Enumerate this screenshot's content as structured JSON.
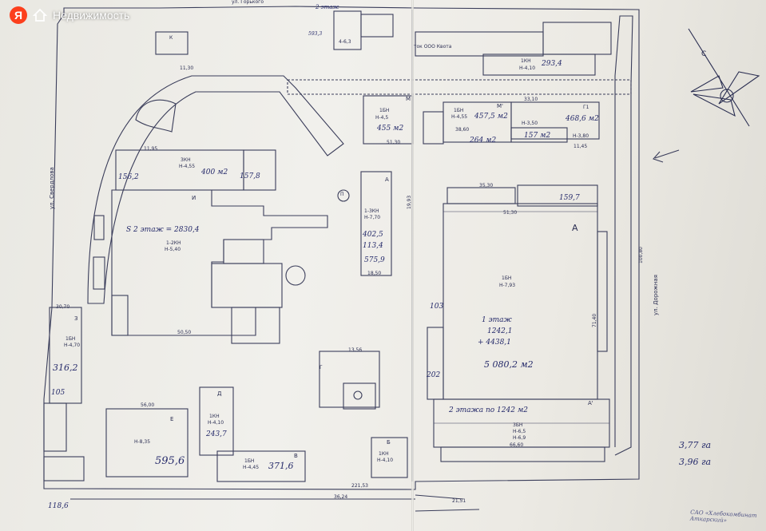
{
  "watermark": {
    "logo_letter": "Я",
    "brand": "Недвижимость",
    "logo_color": "#fc3f1d"
  },
  "streets": {
    "top": "ул. Горького",
    "left": "ул. Свердлова",
    "right": "ул. Дорожная"
  },
  "labels": {
    "kvota": "ток ООО Квота",
    "top_area": "2 этаж",
    "top_small": "4-6,3",
    "top_area2": "593,3"
  },
  "buildings": {
    "M_letter": "М",
    "M_floors": "1БН",
    "M_height": "Н-4,5",
    "M_area": "455 м2",
    "M1_letter": "М'",
    "M1_floors": "1БН",
    "M1_height": "Н-4,55",
    "M1_area": "457,5 м2",
    "M1_sub": "264 м2",
    "G1_letter": "Г1",
    "G1_area": "468,6 м2",
    "G1_sub": "157 м2",
    "G1_height": "Н-3,80",
    "G1_h2": "Н-3,50",
    "top_right_area": "293,4",
    "top_right_floors": "1КН",
    "top_right_h": "Н-4,10",
    "L_floors": "3КН",
    "L_h": "Н-4,55",
    "L_area": "400 м2",
    "L_area2": "157,8",
    "L_side": "156,2",
    "I_label": "S 2 этаж = 2830,4",
    "I_floors": "1-2КН",
    "I_h": "Н-5,40",
    "I_letter": "И",
    "A_letter": "А",
    "A_floors": "1БН",
    "A_h": "Н-7,93",
    "A_line1": "1 этаж",
    "A_line2": "1242,1",
    "A_line3": "+ 4438,1",
    "A_total": "5 080,2 м2",
    "A_second": "2 этажа по 1242 м2",
    "A1_letter": "А'",
    "A1_floors": "3БН",
    "A1_h": "Н-6,5",
    "A1_h2": "Н-6,9",
    "A_small": "159,7",
    "A_side1": "103",
    "A_side2": "202",
    "mid_A_letter": "А",
    "mid_floors": "1-3КН",
    "mid_h": "Н-7,70",
    "mid_area1": "402,5",
    "mid_area2": "113,4",
    "mid_area3": "575,9",
    "Z_letter": "З",
    "Z_floors": "1БН",
    "Z_h": "Н-4,70",
    "Z_area": "316,2",
    "Z_sub": "105",
    "E_letter": "Е",
    "E_h": "Н-8,35",
    "E_area": "595,6",
    "D_letter": "Д",
    "D_floors": "1КН",
    "D_h": "Н-4,10",
    "D_area": "243,7",
    "V_letter": "В",
    "V_floors": "1БН",
    "V_h": "Н-4,45",
    "V_area": "371,6",
    "B_letter": "Б",
    "B_floors": "1КН",
    "B_h": "Н-4,10",
    "bottom_left_area": "118,6",
    "K_letter": "К",
    "G_letter": "Г",
    "circle_label": "П"
  },
  "dimensions": {
    "d1": "51,30",
    "d2": "50,50",
    "d3": "66,60",
    "d4": "38,60",
    "d5": "33,10",
    "d6": "100,80",
    "d7": "221,53",
    "d8": "36,24",
    "d9": "21,51",
    "d10": "56,00",
    "d11": "19,93",
    "d12": "18,50",
    "d13": "71,40",
    "d14": "35,30",
    "d15": "11,45",
    "d16": "11,30",
    "d17": "11,95",
    "d18": "30,70",
    "d19": "13,56",
    "d20": "51,30"
  },
  "totals": {
    "line1": "3,77 га",
    "line2": "3,96 га"
  },
  "stamp": "САО «Хлебокомбинат Аткарский»",
  "compass": "С"
}
